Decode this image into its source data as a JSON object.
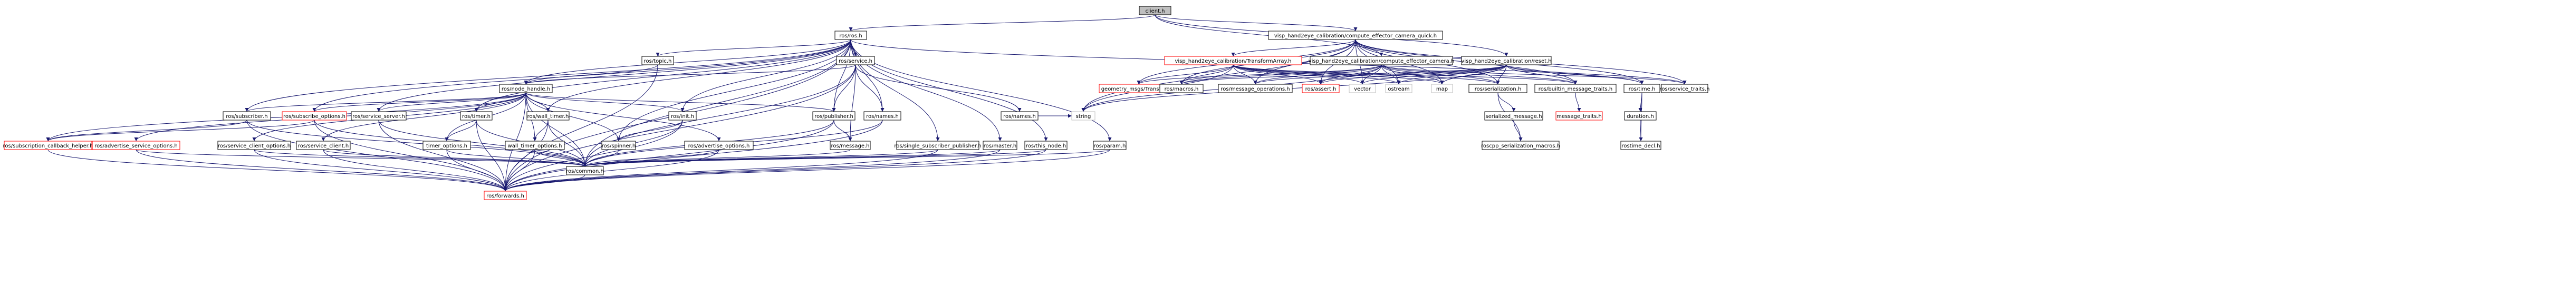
{
  "graph": {
    "title": "",
    "colors": {
      "edge": "#191970",
      "node_border_normal": "#000000",
      "node_border_missing": "#ff0000",
      "node_border_external": "#bfbfbf",
      "node_fill": "#ffffff",
      "root_fill": "#bfbfbf"
    },
    "nodes": [
      {
        "id": "client",
        "label": "client.h",
        "style": "root"
      },
      {
        "id": "ros",
        "label": "ros/ros.h",
        "style": "normal"
      },
      {
        "id": "vqc",
        "label": "visp_hand2eye_calibration/compute_effector_camera_quick.h",
        "style": "normal"
      },
      {
        "id": "ropic",
        "label": "ros/topic.h",
        "style": "normal"
      },
      {
        "id": "rservice",
        "label": "ros/service.h",
        "style": "normal"
      },
      {
        "id": "ta",
        "label": "visp_hand2eye_calibration/TransformArray.h",
        "style": "missing"
      },
      {
        "id": "vce",
        "label": "visp_hand2eye_calibration/compute_effector_camera.h",
        "style": "normal"
      },
      {
        "id": "vreset",
        "label": "visp_hand2eye_calibration/reset.h",
        "style": "normal"
      },
      {
        "id": "nh",
        "label": "ros/node_handle.h",
        "style": "normal"
      },
      {
        "id": "geo",
        "label": "geometry_msgs/Transform.h",
        "style": "missing"
      },
      {
        "id": "rnames2",
        "label": "ros/names.h",
        "style": "normal"
      },
      {
        "id": "rmacros",
        "label": "ros/macros.h",
        "style": "normal"
      },
      {
        "id": "msgops",
        "label": "ros/message_operations.h",
        "style": "normal"
      },
      {
        "id": "rassert",
        "label": "ros/assert.h",
        "style": "missing"
      },
      {
        "id": "vector",
        "label": "vector",
        "style": "external"
      },
      {
        "id": "ostream",
        "label": "ostream",
        "style": "external"
      },
      {
        "id": "map",
        "label": "map",
        "style": "external"
      },
      {
        "id": "string",
        "label": "string",
        "style": "external"
      },
      {
        "id": "rser",
        "label": "ros/serialization.h",
        "style": "normal"
      },
      {
        "id": "bmt",
        "label": "ros/builtin_message_traits.h",
        "style": "normal"
      },
      {
        "id": "rtime",
        "label": "ros/time.h",
        "style": "normal"
      },
      {
        "id": "rst",
        "label": "ros/service_traits.h",
        "style": "normal"
      },
      {
        "id": "rsub",
        "label": "ros/subscriber.h",
        "style": "normal"
      },
      {
        "id": "rsubopt",
        "label": "ros/subscribe_options.h",
        "style": "missing"
      },
      {
        "id": "rss",
        "label": "ros/service_server.h",
        "style": "normal"
      },
      {
        "id": "rtimer",
        "label": "ros/timer.h",
        "style": "normal"
      },
      {
        "id": "rwt",
        "label": "ros/wall_timer.h",
        "style": "normal"
      },
      {
        "id": "rinit",
        "label": "ros/init.h",
        "style": "normal"
      },
      {
        "id": "rpub",
        "label": "ros/publisher.h",
        "style": "normal"
      },
      {
        "id": "rnames",
        "label": "ros/names.h",
        "style": "normal"
      },
      {
        "id": "smsg",
        "label": "serialized_message.h",
        "style": "normal"
      },
      {
        "id": "msgtraits",
        "label": "message_traits.h",
        "style": "missing"
      },
      {
        "id": "duration",
        "label": "duration.h",
        "style": "normal"
      },
      {
        "id": "rsch",
        "label": "ros/subscription_callback_helper.h",
        "style": "missing"
      },
      {
        "id": "raso",
        "label": "ros/advertise_service_options.h",
        "style": "missing"
      },
      {
        "id": "rsco",
        "label": "ros/service_client_options.h",
        "style": "normal"
      },
      {
        "id": "rsc",
        "label": "ros/service_client.h",
        "style": "normal"
      },
      {
        "id": "timeropt",
        "label": "timer_options.h",
        "style": "normal"
      },
      {
        "id": "wtopt",
        "label": "wall_timer_options.h",
        "style": "normal"
      },
      {
        "id": "rspinner",
        "label": "ros/spinner.h",
        "style": "normal"
      },
      {
        "id": "radvopt",
        "label": "ros/advertise_options.h",
        "style": "normal"
      },
      {
        "id": "rmessage",
        "label": "ros/message.h",
        "style": "normal"
      },
      {
        "id": "rssp",
        "label": "ros/single_subscriber_publisher.h",
        "style": "normal"
      },
      {
        "id": "rmaster",
        "label": "ros/master.h",
        "style": "normal"
      },
      {
        "id": "rthis",
        "label": "ros/this_node.h",
        "style": "normal"
      },
      {
        "id": "rparam",
        "label": "ros/param.h",
        "style": "normal"
      },
      {
        "id": "macros",
        "label": "ros/macros.h",
        "style": "normal"
      },
      {
        "id": "rcsm",
        "label": "roscpp_serialization_macros.h",
        "style": "normal"
      },
      {
        "id": "rtd",
        "label": "rostime_decl.h",
        "style": "normal"
      },
      {
        "id": "rcommon",
        "label": "ros/common.h",
        "style": "normal"
      },
      {
        "id": "rforwards",
        "label": "ros/forwards.h",
        "style": "missing"
      }
    ],
    "edges": [
      [
        "client",
        "ros"
      ],
      [
        "client",
        "vqc"
      ],
      [
        "client",
        "vce"
      ],
      [
        "client",
        "vreset"
      ],
      [
        "ros",
        "ropic"
      ],
      [
        "ros",
        "rservice"
      ],
      [
        "ros",
        "nh"
      ],
      [
        "ros",
        "rsub"
      ],
      [
        "ros",
        "rss"
      ],
      [
        "ros",
        "rtimer"
      ],
      [
        "ros",
        "rwt"
      ],
      [
        "ros",
        "rinit"
      ],
      [
        "ros",
        "rpub"
      ],
      [
        "ros",
        "rnames"
      ],
      [
        "ros",
        "rspinner"
      ],
      [
        "ros",
        "rssp"
      ],
      [
        "ros",
        "rmaster"
      ],
      [
        "ros",
        "rthis"
      ],
      [
        "ros",
        "rparam"
      ],
      [
        "ros",
        "rcommon"
      ],
      [
        "ros",
        "rtime"
      ],
      [
        "ros",
        "rforwards"
      ],
      [
        "ros",
        "rsubopt"
      ],
      [
        "vqc",
        "ta"
      ],
      [
        "vqc",
        "geo"
      ],
      [
        "vqc",
        "rst"
      ],
      [
        "vqc",
        "rmacros"
      ],
      [
        "vqc",
        "msgops"
      ],
      [
        "vqc",
        "vector"
      ],
      [
        "vqc",
        "ostream"
      ],
      [
        "vqc",
        "map"
      ],
      [
        "vqc",
        "string"
      ],
      [
        "vqc",
        "rser"
      ],
      [
        "vqc",
        "bmt"
      ],
      [
        "vqc",
        "rtime"
      ],
      [
        "vqc",
        "rassert"
      ],
      [
        "ropic",
        "nh"
      ],
      [
        "ropic",
        "rforwards"
      ],
      [
        "rservice",
        "nh"
      ],
      [
        "rservice",
        "rnames"
      ],
      [
        "rservice",
        "rnames2"
      ],
      [
        "rservice",
        "rcommon"
      ],
      [
        "rservice",
        "rmessage"
      ],
      [
        "rservice",
        "rforwards"
      ],
      [
        "rservice",
        "rpub"
      ],
      [
        "ta",
        "geo"
      ],
      [
        "ta",
        "msgops"
      ],
      [
        "ta",
        "rmacros"
      ],
      [
        "ta",
        "rassert"
      ],
      [
        "ta",
        "vector"
      ],
      [
        "ta",
        "ostream"
      ],
      [
        "ta",
        "map"
      ],
      [
        "ta",
        "string"
      ],
      [
        "ta",
        "rser"
      ],
      [
        "ta",
        "bmt"
      ],
      [
        "vce",
        "geo"
      ],
      [
        "vce",
        "rmacros"
      ],
      [
        "vce",
        "msgops"
      ],
      [
        "vce",
        "rassert"
      ],
      [
        "vce",
        "vector"
      ],
      [
        "vce",
        "ostream"
      ],
      [
        "vce",
        "string"
      ],
      [
        "vce",
        "map"
      ],
      [
        "vce",
        "rser"
      ],
      [
        "vce",
        "bmt"
      ],
      [
        "vce",
        "rst"
      ],
      [
        "vreset",
        "rst"
      ],
      [
        "vreset",
        "rmacros"
      ],
      [
        "vreset",
        "msgops"
      ],
      [
        "vreset",
        "rassert"
      ],
      [
        "vreset",
        "vector"
      ],
      [
        "vreset",
        "ostream"
      ],
      [
        "vreset",
        "string"
      ],
      [
        "vreset",
        "map"
      ],
      [
        "vreset",
        "rser"
      ],
      [
        "vreset",
        "bmt"
      ],
      [
        "vreset",
        "rtime"
      ],
      [
        "nh",
        "rsub"
      ],
      [
        "nh",
        "rsubopt"
      ],
      [
        "nh",
        "rss"
      ],
      [
        "nh",
        "rtimer"
      ],
      [
        "nh",
        "rwt"
      ],
      [
        "nh",
        "rinit"
      ],
      [
        "nh",
        "rpub"
      ],
      [
        "nh",
        "rsch"
      ],
      [
        "nh",
        "raso"
      ],
      [
        "nh",
        "rsco"
      ],
      [
        "nh",
        "rsc"
      ],
      [
        "nh",
        "timeropt"
      ],
      [
        "nh",
        "wtopt"
      ],
      [
        "nh",
        "rspinner"
      ],
      [
        "nh",
        "radvopt"
      ],
      [
        "nh",
        "rcommon"
      ],
      [
        "nh",
        "rforwards"
      ],
      [
        "rnames2",
        "string"
      ],
      [
        "rser",
        "smsg"
      ],
      [
        "rser",
        "rcsm"
      ],
      [
        "bmt",
        "msgtraits"
      ],
      [
        "rtime",
        "duration"
      ],
      [
        "rtime",
        "rtd"
      ],
      [
        "rsub",
        "rcommon"
      ],
      [
        "rsub",
        "rforwards"
      ],
      [
        "rsub",
        "rsch"
      ],
      [
        "rsubopt",
        "rsch"
      ],
      [
        "rsubopt",
        "rcommon"
      ],
      [
        "rsubopt",
        "rforwards"
      ],
      [
        "rss",
        "rcommon"
      ],
      [
        "rss",
        "rforwards"
      ],
      [
        "rtimer",
        "timeropt"
      ],
      [
        "rtimer",
        "rcommon"
      ],
      [
        "rtimer",
        "rforwards"
      ],
      [
        "rwt",
        "wtopt"
      ],
      [
        "rwt",
        "rcommon"
      ],
      [
        "rwt",
        "rforwards"
      ],
      [
        "rinit",
        "rspinner"
      ],
      [
        "rinit",
        "rcommon"
      ],
      [
        "rinit",
        "rforwards"
      ],
      [
        "rpub",
        "rmessage"
      ],
      [
        "rpub",
        "rcommon"
      ],
      [
        "rpub",
        "rforwards"
      ],
      [
        "rnames",
        "rcommon"
      ],
      [
        "rnames",
        "rforwards"
      ],
      [
        "smsg",
        "rcsm"
      ],
      [
        "duration",
        "rtd"
      ],
      [
        "rsch",
        "rforwards"
      ],
      [
        "raso",
        "rcommon"
      ],
      [
        "raso",
        "rforwards"
      ],
      [
        "rsco",
        "rcommon"
      ],
      [
        "rsco",
        "rforwards"
      ],
      [
        "rsc",
        "rcommon"
      ],
      [
        "rsc",
        "rforwards"
      ],
      [
        "timeropt",
        "rcommon"
      ],
      [
        "timeropt",
        "rforwards"
      ],
      [
        "wtopt",
        "rcommon"
      ],
      [
        "wtopt",
        "rforwards"
      ],
      [
        "rspinner",
        "rcommon"
      ],
      [
        "radvopt",
        "rcommon"
      ],
      [
        "radvopt",
        "rforwards"
      ],
      [
        "rmessage",
        "rcommon"
      ],
      [
        "rssp",
        "rcommon"
      ],
      [
        "rssp",
        "rforwards"
      ],
      [
        "rmaster",
        "rcommon"
      ],
      [
        "rmaster",
        "rforwards"
      ],
      [
        "rthis",
        "rcommon"
      ],
      [
        "rthis",
        "rforwards"
      ],
      [
        "rparam",
        "rcommon"
      ],
      [
        "rparam",
        "rforwards"
      ],
      [
        "rcommon",
        "rforwards"
      ]
    ]
  }
}
